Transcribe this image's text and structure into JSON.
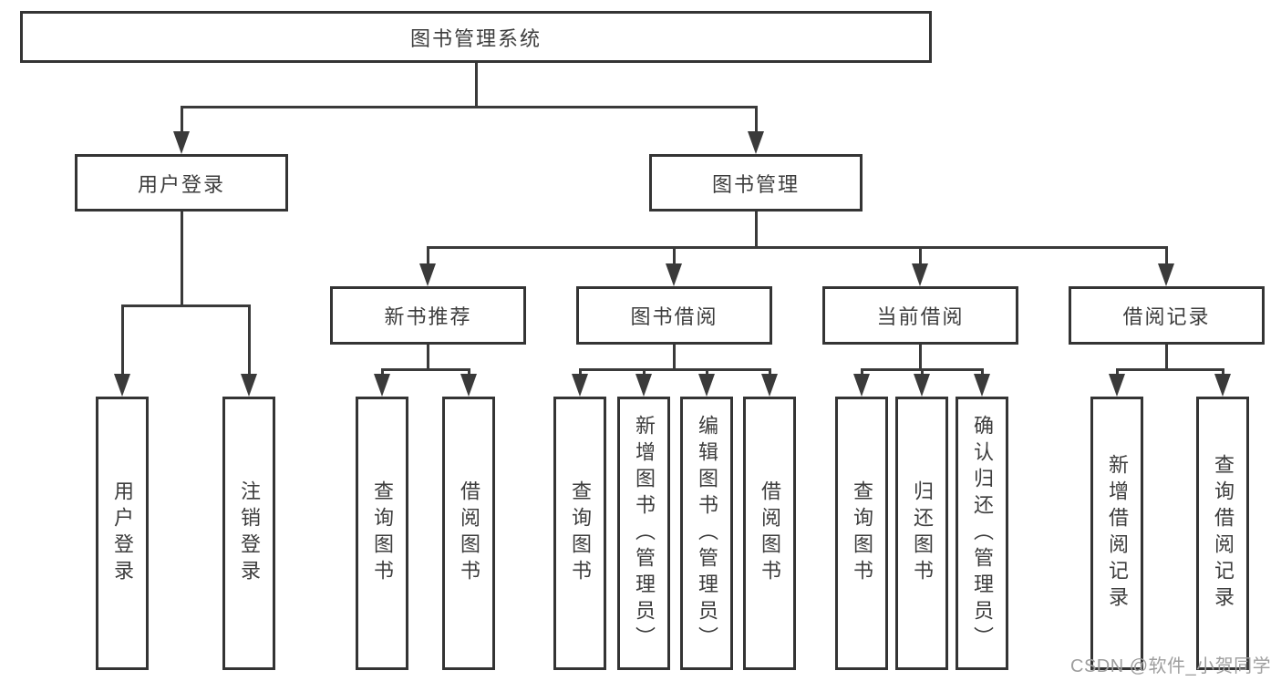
{
  "diagram": {
    "root": {
      "label": "图书管理系统"
    },
    "level1": [
      {
        "label": "用户登录"
      },
      {
        "label": "图书管理"
      }
    ],
    "level2": [
      {
        "label": "新书推荐"
      },
      {
        "label": "图书借阅"
      },
      {
        "label": "当前借阅"
      },
      {
        "label": "借阅记录"
      }
    ],
    "leaves": {
      "user_login": [
        "用户登录",
        "注销登录"
      ],
      "new_books": [
        "查询图书",
        "借阅图书"
      ],
      "borrowing": [
        "查询图书",
        "新增图书（管理员）",
        "编辑图书（管理员）",
        "借阅图书"
      ],
      "current": [
        "查询图书",
        "归还图书",
        "确认归还（管理员）"
      ],
      "records": [
        "新增借阅记录",
        "查询借阅记录"
      ]
    }
  },
  "watermark": {
    "text": "CSDN @软件_小贺同学"
  },
  "colors": {
    "line": "#3a3a3a",
    "border": "#343434",
    "text": "#3d3d3d",
    "watermark": "#9e9e9e",
    "background": "#ffffff"
  }
}
